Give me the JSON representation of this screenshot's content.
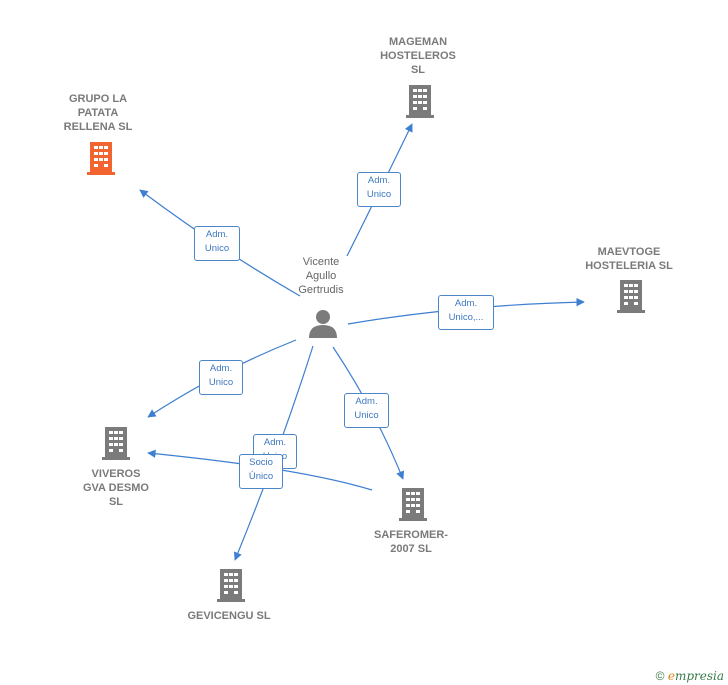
{
  "person": {
    "name": "Vicente\nAgullo\nGertrudis"
  },
  "companies": {
    "grupo": "GRUPO LA\nPATATA\nRELLENA  SL",
    "mageman": "MAGEMAN\nHOSTELEROS\nSL",
    "maevtoge": "MAEVTOGE\nHOSTELERIA SL",
    "viveros": "VIVEROS\nGVA DESMO\nSL",
    "saferomer": "SAFEROMER-\n2007  SL",
    "gevicengu": "GEVICENGU SL"
  },
  "edges": {
    "grupo": "Adm.\nUnico",
    "mageman": "Adm.\nUnico",
    "maevtoge": "Adm.\nUnico,...",
    "viveros": "Adm.\nUnico",
    "saferomer": "Adm.\nUnico",
    "gevicengu": "Adm.\nUnico",
    "socio": "Socio\nÚnico"
  },
  "colors": {
    "edge": "#3d7fd0",
    "building": "#7b7b7b",
    "highlight": "#f26430"
  },
  "footer": {
    "copyright": "©",
    "brand_first": "e",
    "brand_rest": "mpresia"
  }
}
